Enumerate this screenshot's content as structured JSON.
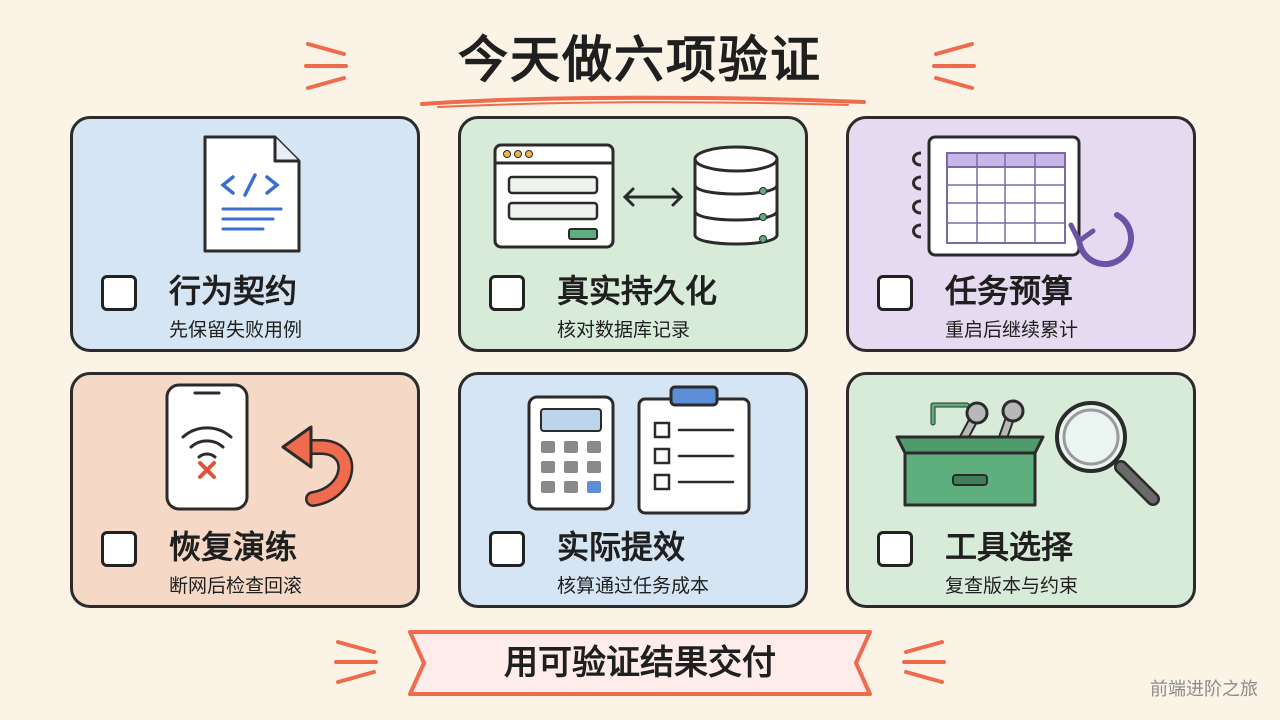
{
  "title": "今天做六项验证",
  "cards": [
    {
      "title": "行为契约",
      "subtitle": "先保留失败用例"
    },
    {
      "title": "真实持久化",
      "subtitle": "核对数据库记录"
    },
    {
      "title": "任务预算",
      "subtitle": "重启后继续累计"
    },
    {
      "title": "恢复演练",
      "subtitle": "断网后检查回滚"
    },
    {
      "title": "实际提效",
      "subtitle": "核算通过任务成本"
    },
    {
      "title": "工具选择",
      "subtitle": "复查版本与约束"
    }
  ],
  "footer": "用可验证结果交付",
  "watermark": "前端进阶之旅",
  "icons": [
    "code-file-icon",
    "web-window-icon",
    "arrows-icon",
    "database-icon",
    "notebook-table-icon",
    "refresh-icon",
    "phone-offline-icon",
    "undo-arrow-icon",
    "calculator-icon",
    "clipboard-checklist-icon",
    "toolbox-icon",
    "magnifier-icon"
  ],
  "colors": {
    "background": "#fbf3e6",
    "blue": "#d6e5f3",
    "green": "#d8ebd9",
    "purple": "#e5daf0",
    "peach": "#f5d9c6",
    "accent": "#ee6b4d"
  }
}
